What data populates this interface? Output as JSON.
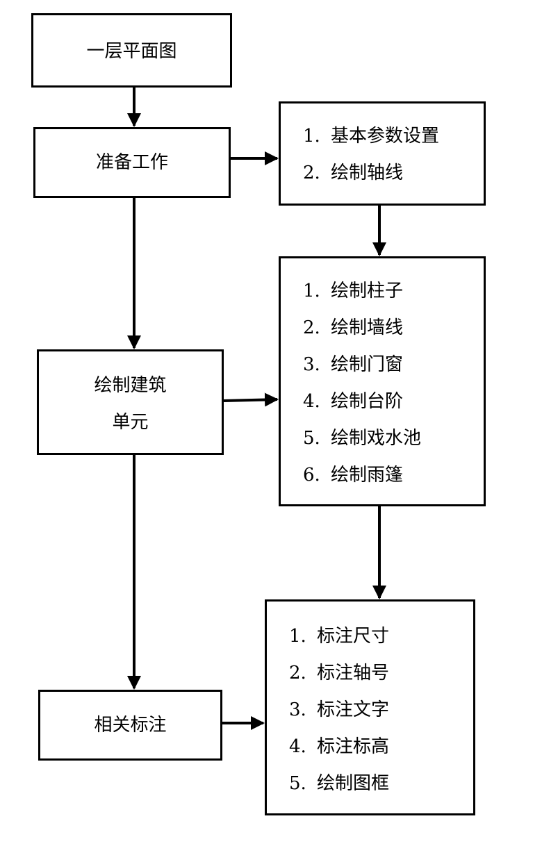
{
  "nodes": {
    "floor_plan": "一层平面图",
    "preparation": "准备工作",
    "draw_units_line1": "绘制建筑",
    "draw_units_line2": "单元",
    "annotation": "相关标注"
  },
  "lists": {
    "setup": [
      {
        "num": "1.",
        "text": "基本参数设置"
      },
      {
        "num": "2.",
        "text": "绘制轴线"
      }
    ],
    "elements": [
      {
        "num": "1.",
        "text": "绘制柱子"
      },
      {
        "num": "2.",
        "text": "绘制墙线"
      },
      {
        "num": "3.",
        "text": "绘制门窗"
      },
      {
        "num": "4.",
        "text": "绘制台阶"
      },
      {
        "num": "5.",
        "text": "绘制戏水池"
      },
      {
        "num": "6.",
        "text": "绘制雨篷"
      }
    ],
    "annotations": [
      {
        "num": "1.",
        "text": "标注尺寸"
      },
      {
        "num": "2.",
        "text": "标注轴号"
      },
      {
        "num": "3.",
        "text": "标注文字"
      },
      {
        "num": "4.",
        "text": "标注标高"
      },
      {
        "num": "5.",
        "text": "绘制图框"
      }
    ]
  }
}
